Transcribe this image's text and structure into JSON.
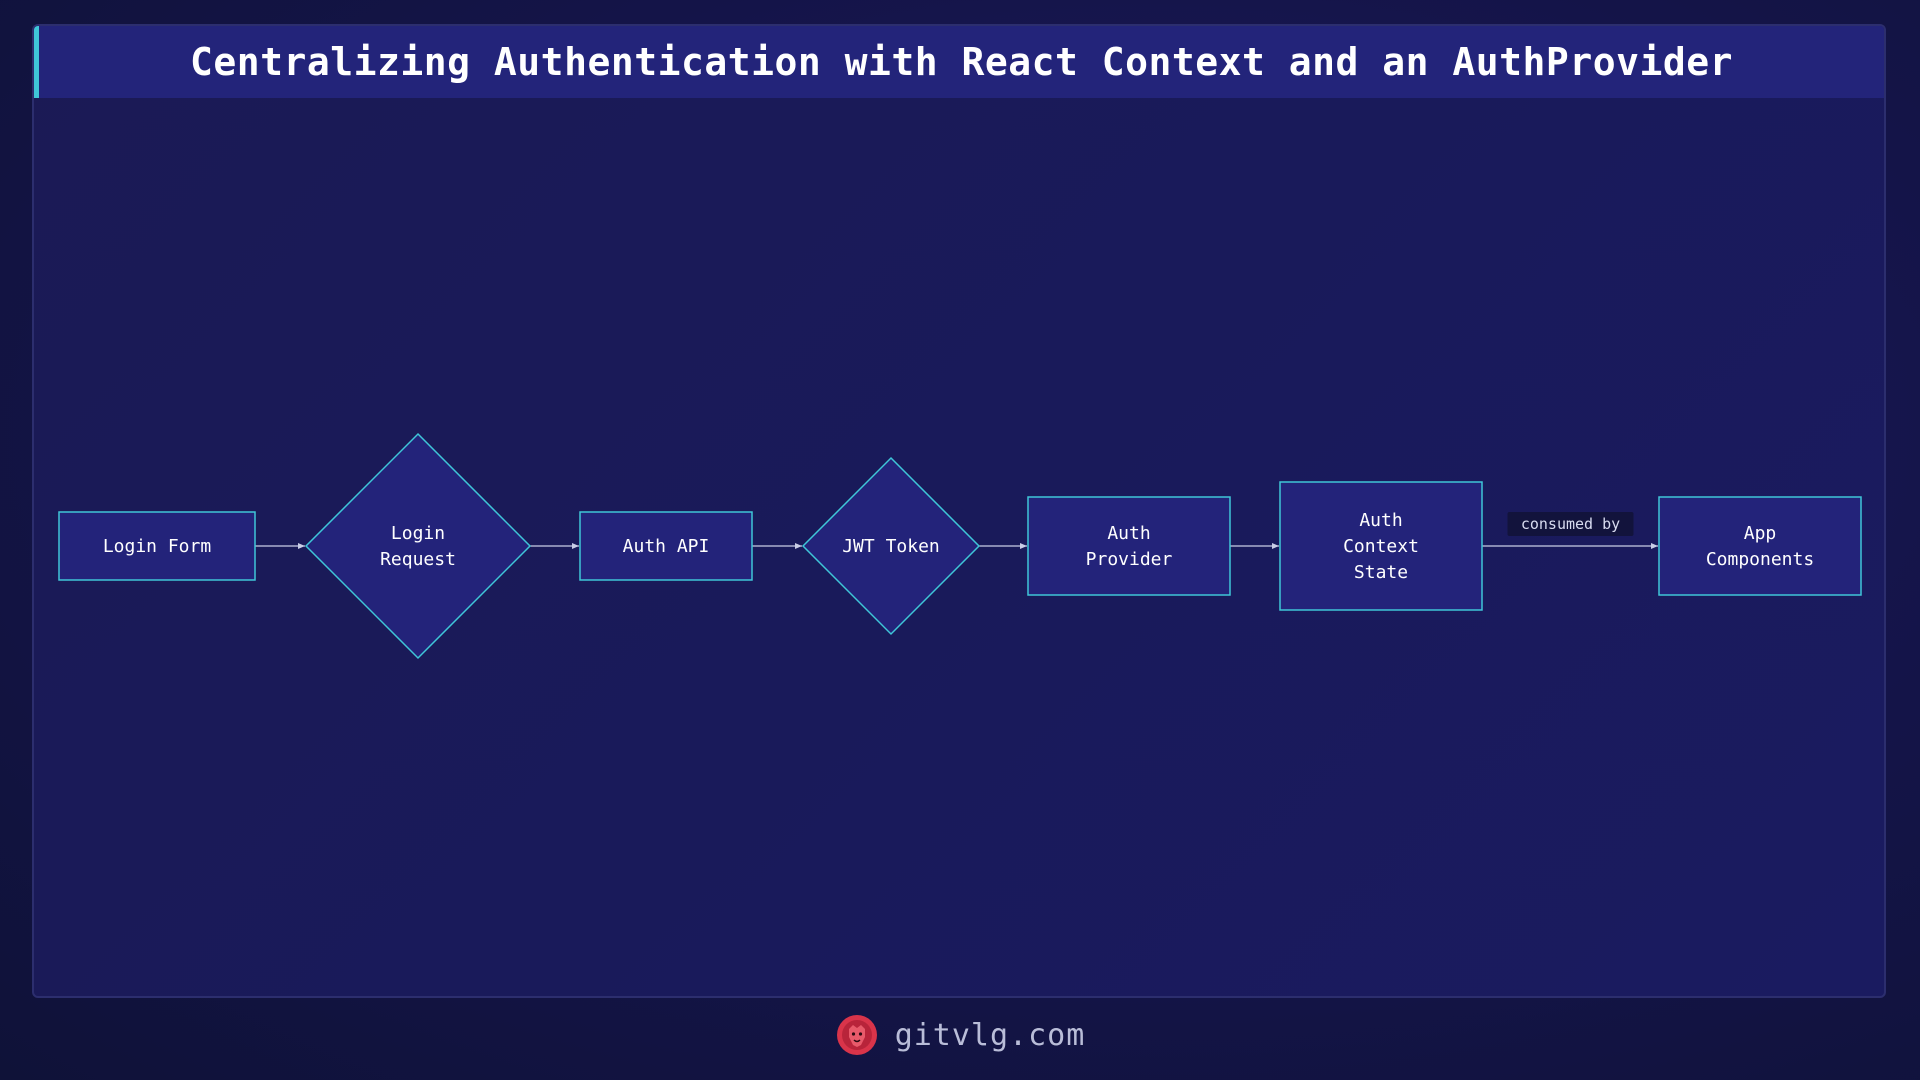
{
  "title": "Centralizing Authentication with React Context and an AuthProvider",
  "nodes": [
    {
      "id": "login-form",
      "shape": "rect",
      "lines": [
        "Login Form"
      ]
    },
    {
      "id": "login-request",
      "shape": "diamond",
      "lines": [
        "Login",
        "Request"
      ]
    },
    {
      "id": "auth-api",
      "shape": "rect",
      "lines": [
        "Auth API"
      ]
    },
    {
      "id": "jwt-token",
      "shape": "diamond",
      "lines": [
        "JWT Token"
      ]
    },
    {
      "id": "auth-provider",
      "shape": "rect",
      "lines": [
        "Auth",
        "Provider"
      ]
    },
    {
      "id": "auth-context-state",
      "shape": "rect",
      "lines": [
        "Auth",
        "Context",
        "State"
      ]
    },
    {
      "id": "app-components",
      "shape": "rect",
      "lines": [
        "App",
        "Components"
      ]
    }
  ],
  "edges": [
    {
      "from": "login-form",
      "to": "login-request",
      "label": ""
    },
    {
      "from": "login-request",
      "to": "auth-api",
      "label": ""
    },
    {
      "from": "auth-api",
      "to": "jwt-token",
      "label": ""
    },
    {
      "from": "jwt-token",
      "to": "auth-provider",
      "label": ""
    },
    {
      "from": "auth-provider",
      "to": "auth-context-state",
      "label": ""
    },
    {
      "from": "auth-context-state",
      "to": "app-components",
      "label": "consumed by"
    }
  ],
  "colors": {
    "node_fill": "#23237a",
    "node_stroke": "#3fc6d8",
    "edge": "#c9cde6",
    "accent": "#3fc6d8",
    "logo": "#d9344a"
  },
  "footer": {
    "text": "gitvlg.com",
    "logo_icon": "lion-logo-icon"
  }
}
